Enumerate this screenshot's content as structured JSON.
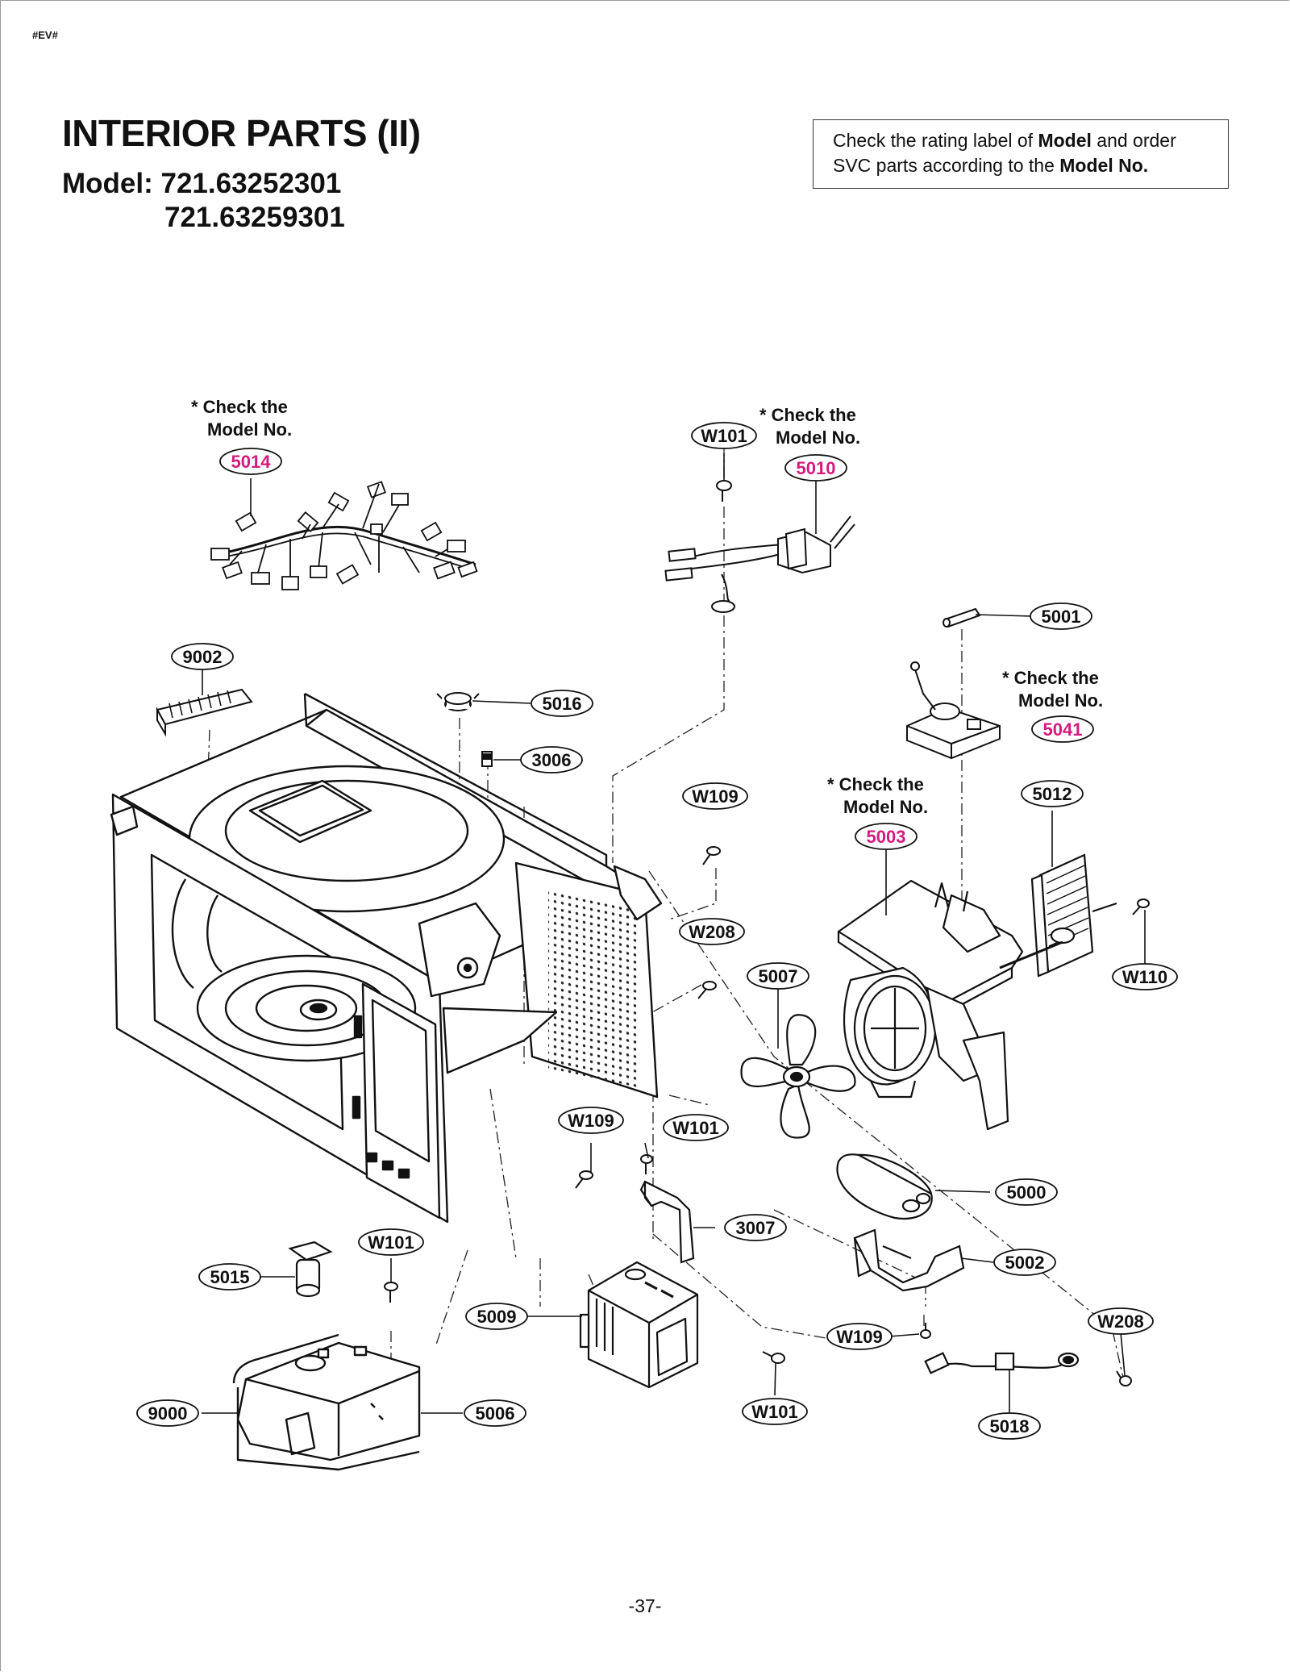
{
  "header": {
    "tag": "#EV#"
  },
  "title": "INTERIOR PARTS (II)",
  "models": {
    "line1": "Model: 721.63252301",
    "line2": "721.63259301"
  },
  "note": {
    "p1": "Check the rating label of ",
    "b1": "Model",
    "p2": " and order",
    "p3": "SVC parts according to the ",
    "b2": "Model No."
  },
  "page_number": "-37-",
  "check_note": {
    "line1": "* Check the",
    "line2": "Model No."
  },
  "colors": {
    "highlight": "#d6197d",
    "line": "#222222",
    "background": "#ffffff"
  },
  "callouts": [
    {
      "id": "c5014",
      "label": "5014",
      "highlight": true
    },
    {
      "id": "cW101a",
      "label": "W101",
      "highlight": false
    },
    {
      "id": "c5010",
      "label": "5010",
      "highlight": true
    },
    {
      "id": "c5001",
      "label": "5001",
      "highlight": false
    },
    {
      "id": "c9002",
      "label": "9002",
      "highlight": false
    },
    {
      "id": "c5016",
      "label": "5016",
      "highlight": false
    },
    {
      "id": "c5041",
      "label": "5041",
      "highlight": true
    },
    {
      "id": "c3006",
      "label": "3006",
      "highlight": false
    },
    {
      "id": "cW109a",
      "label": "W109",
      "highlight": false
    },
    {
      "id": "c5003",
      "label": "5003",
      "highlight": true
    },
    {
      "id": "c5012",
      "label": "5012",
      "highlight": false
    },
    {
      "id": "cW208a",
      "label": "W208",
      "highlight": false
    },
    {
      "id": "c5007",
      "label": "5007",
      "highlight": false
    },
    {
      "id": "cW110",
      "label": "W110",
      "highlight": false
    },
    {
      "id": "cW109b",
      "label": "W109",
      "highlight": false
    },
    {
      "id": "cW101b",
      "label": "W101",
      "highlight": false
    },
    {
      "id": "c5000",
      "label": "5000",
      "highlight": false
    },
    {
      "id": "c3007",
      "label": "3007",
      "highlight": false
    },
    {
      "id": "c5002",
      "label": "5002",
      "highlight": false
    },
    {
      "id": "cW101c",
      "label": "W101",
      "highlight": false
    },
    {
      "id": "c5015",
      "label": "5015",
      "highlight": false
    },
    {
      "id": "c5009",
      "label": "5009",
      "highlight": false
    },
    {
      "id": "cW109c",
      "label": "W109",
      "highlight": false
    },
    {
      "id": "cW208b",
      "label": "W208",
      "highlight": false
    },
    {
      "id": "c9000",
      "label": "9000",
      "highlight": false
    },
    {
      "id": "c5006",
      "label": "5006",
      "highlight": false
    },
    {
      "id": "cW101d",
      "label": "W101",
      "highlight": false
    },
    {
      "id": "c5018",
      "label": "5018",
      "highlight": false
    }
  ]
}
